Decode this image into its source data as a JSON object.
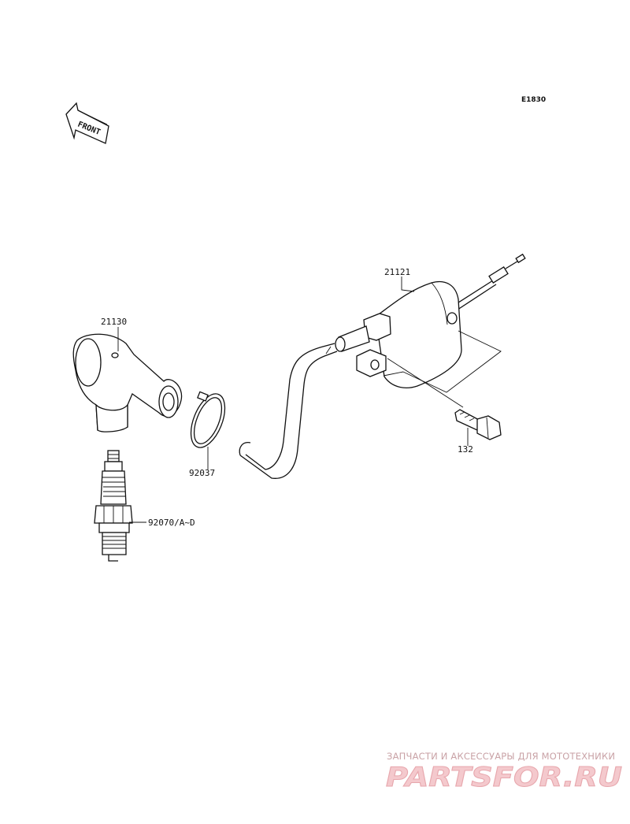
{
  "diagram": {
    "code": "E1830",
    "front_label": "FRONT",
    "parts": [
      {
        "number": "21121"
      },
      {
        "number": "21130"
      },
      {
        "number": "92037"
      },
      {
        "number": "92070/A~D"
      },
      {
        "number": "132"
      }
    ]
  },
  "watermark": {
    "tagline": "ЗАПЧАСТИ И АКСЕССУАРЫ ДЛЯ МОТОТЕХНИКИ",
    "brand": "PARTSFOR.RU",
    "color": "#e7a7ad"
  }
}
